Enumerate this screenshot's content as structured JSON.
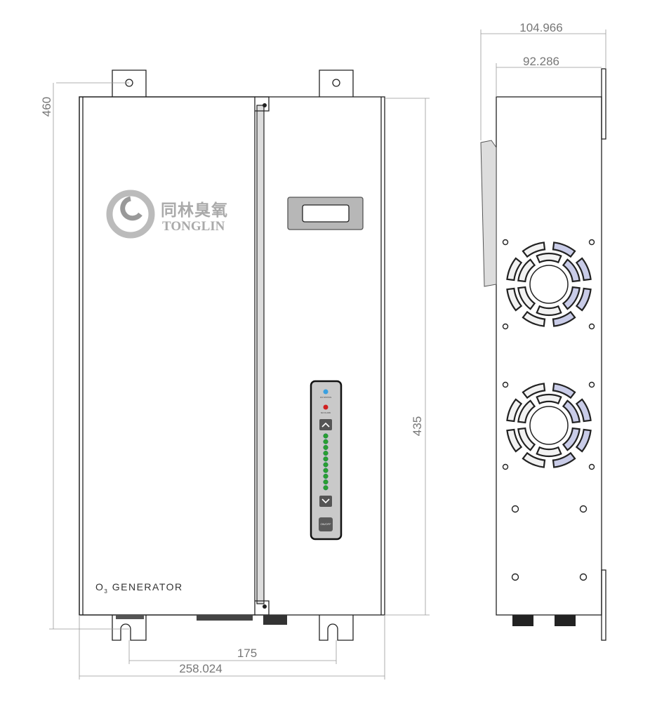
{
  "dimensions": {
    "overall_width": "258.024",
    "mount_hole_spacing": "175",
    "overall_height": "460",
    "body_height": "435",
    "depth_overall": "104.966",
    "depth_body": "92.286"
  },
  "front_panel": {
    "logo_chinese": "同林臭氧",
    "logo_text": "TONGLIN",
    "product_label_prefix": "O",
    "product_label_subscript": "3",
    "product_label_suffix": " GENERATOR"
  },
  "control_panel": {
    "status_led_label": "O3 STATUS",
    "flow_led_label": "NO FLOW",
    "up_button_icon": "chevron-up-icon",
    "down_button_icon": "chevron-down-icon",
    "power_button_label": "ON/OFF",
    "level_led_count": 10,
    "colors": {
      "status_led": "#3aa0e0",
      "flow_led": "#d02020",
      "level_led": "#2aa030",
      "panel": "#c9c9c9"
    }
  }
}
